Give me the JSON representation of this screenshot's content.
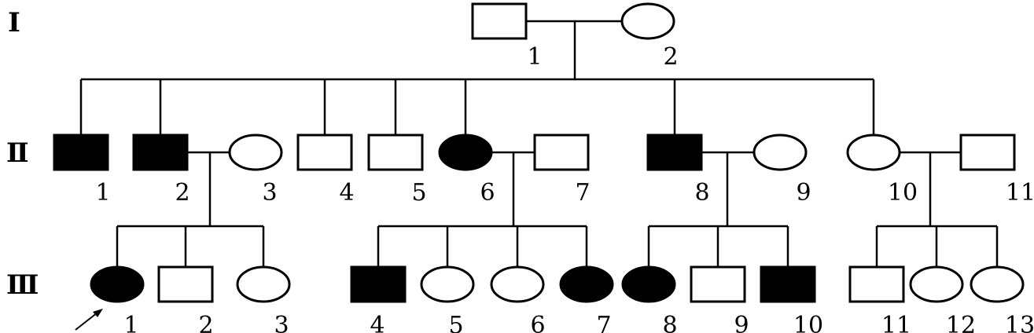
{
  "generations": [
    {
      "label": "Ⅰ",
      "individuals": [
        {
          "number": "1",
          "sex": "male",
          "affected": false
        },
        {
          "number": "2",
          "sex": "female",
          "affected": false
        }
      ]
    },
    {
      "label": "Ⅱ",
      "individuals": [
        {
          "number": "1",
          "sex": "male",
          "affected": true
        },
        {
          "number": "2",
          "sex": "male",
          "affected": true
        },
        {
          "number": "3",
          "sex": "female",
          "affected": false
        },
        {
          "number": "4",
          "sex": "male",
          "affected": false
        },
        {
          "number": "5",
          "sex": "male",
          "affected": false
        },
        {
          "number": "6",
          "sex": "female",
          "affected": true
        },
        {
          "number": "7",
          "sex": "male",
          "affected": false
        },
        {
          "number": "8",
          "sex": "male",
          "affected": true
        },
        {
          "number": "9",
          "sex": "female",
          "affected": false
        },
        {
          "number": "10",
          "sex": "female",
          "affected": false
        },
        {
          "number": "11",
          "sex": "male",
          "affected": false
        }
      ]
    },
    {
      "label": "Ⅲ",
      "individuals": [
        {
          "number": "1",
          "sex": "female",
          "affected": true,
          "proband": true
        },
        {
          "number": "2",
          "sex": "male",
          "affected": false
        },
        {
          "number": "3",
          "sex": "female",
          "affected": false
        },
        {
          "number": "4",
          "sex": "male",
          "affected": true
        },
        {
          "number": "5",
          "sex": "female",
          "affected": false
        },
        {
          "number": "6",
          "sex": "female",
          "affected": false
        },
        {
          "number": "7",
          "sex": "female",
          "affected": true
        },
        {
          "number": "8",
          "sex": "female",
          "affected": true
        },
        {
          "number": "9",
          "sex": "male",
          "affected": false
        },
        {
          "number": "10",
          "sex": "male",
          "affected": true
        },
        {
          "number": "11",
          "sex": "male",
          "affected": false
        },
        {
          "number": "12",
          "sex": "female",
          "affected": false
        },
        {
          "number": "13",
          "sex": "female",
          "affected": false
        }
      ]
    }
  ],
  "colors": {
    "affected": "#000000",
    "unaffected": "#ffffff",
    "line": "#000000"
  }
}
